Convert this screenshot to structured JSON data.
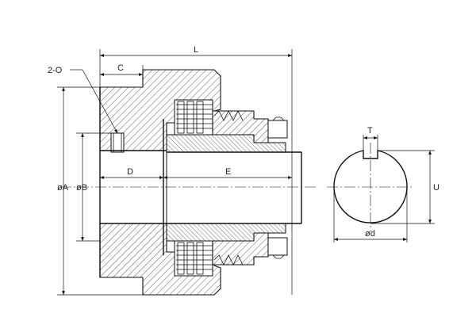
{
  "labels": {
    "setscrew": "2-O",
    "c": "C",
    "l": "L",
    "d_upper": "D",
    "e": "E",
    "phiA": "øA",
    "phiB": "øB",
    "t": "T",
    "u": "U",
    "phid": "ød"
  },
  "colors": {
    "line": "#111111",
    "background": "#ffffff"
  }
}
